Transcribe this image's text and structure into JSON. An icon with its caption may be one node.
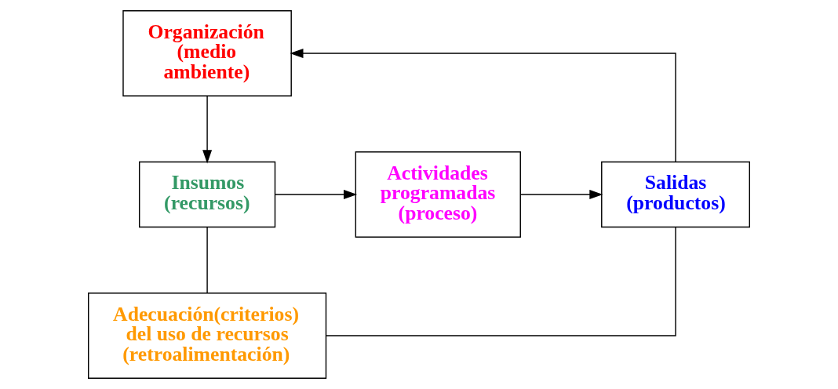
{
  "diagram": {
    "nodes": [
      {
        "text": [
          "Organización (medio ambiente)"
        ]
      },
      {
        "text": [
          "Insumos (recursos)"
        ]
      },
      {
        "text": [
          "Actividades programadas (proceso)"
        ]
      },
      {
        "text": [
          "Salidas (productos)"
        ]
      },
      {
        "text": [
          "Adecuación(criterios) del uso de recursos (retroalimentación)"
        ]
      }
    ],
    "edges": [
      {
        "from": 0,
        "to": 1,
        "arrow": "to"
      },
      {
        "from": 1,
        "to": 2,
        "arrow": "to"
      },
      {
        "from": 2,
        "to": 3,
        "arrow": "to"
      },
      {
        "from": 3,
        "to": 0,
        "arrow": "to"
      },
      {
        "from": 1,
        "to": 4,
        "arrow": "none"
      },
      {
        "from": 4,
        "to": 3,
        "arrow": "none"
      }
    ]
  }
}
